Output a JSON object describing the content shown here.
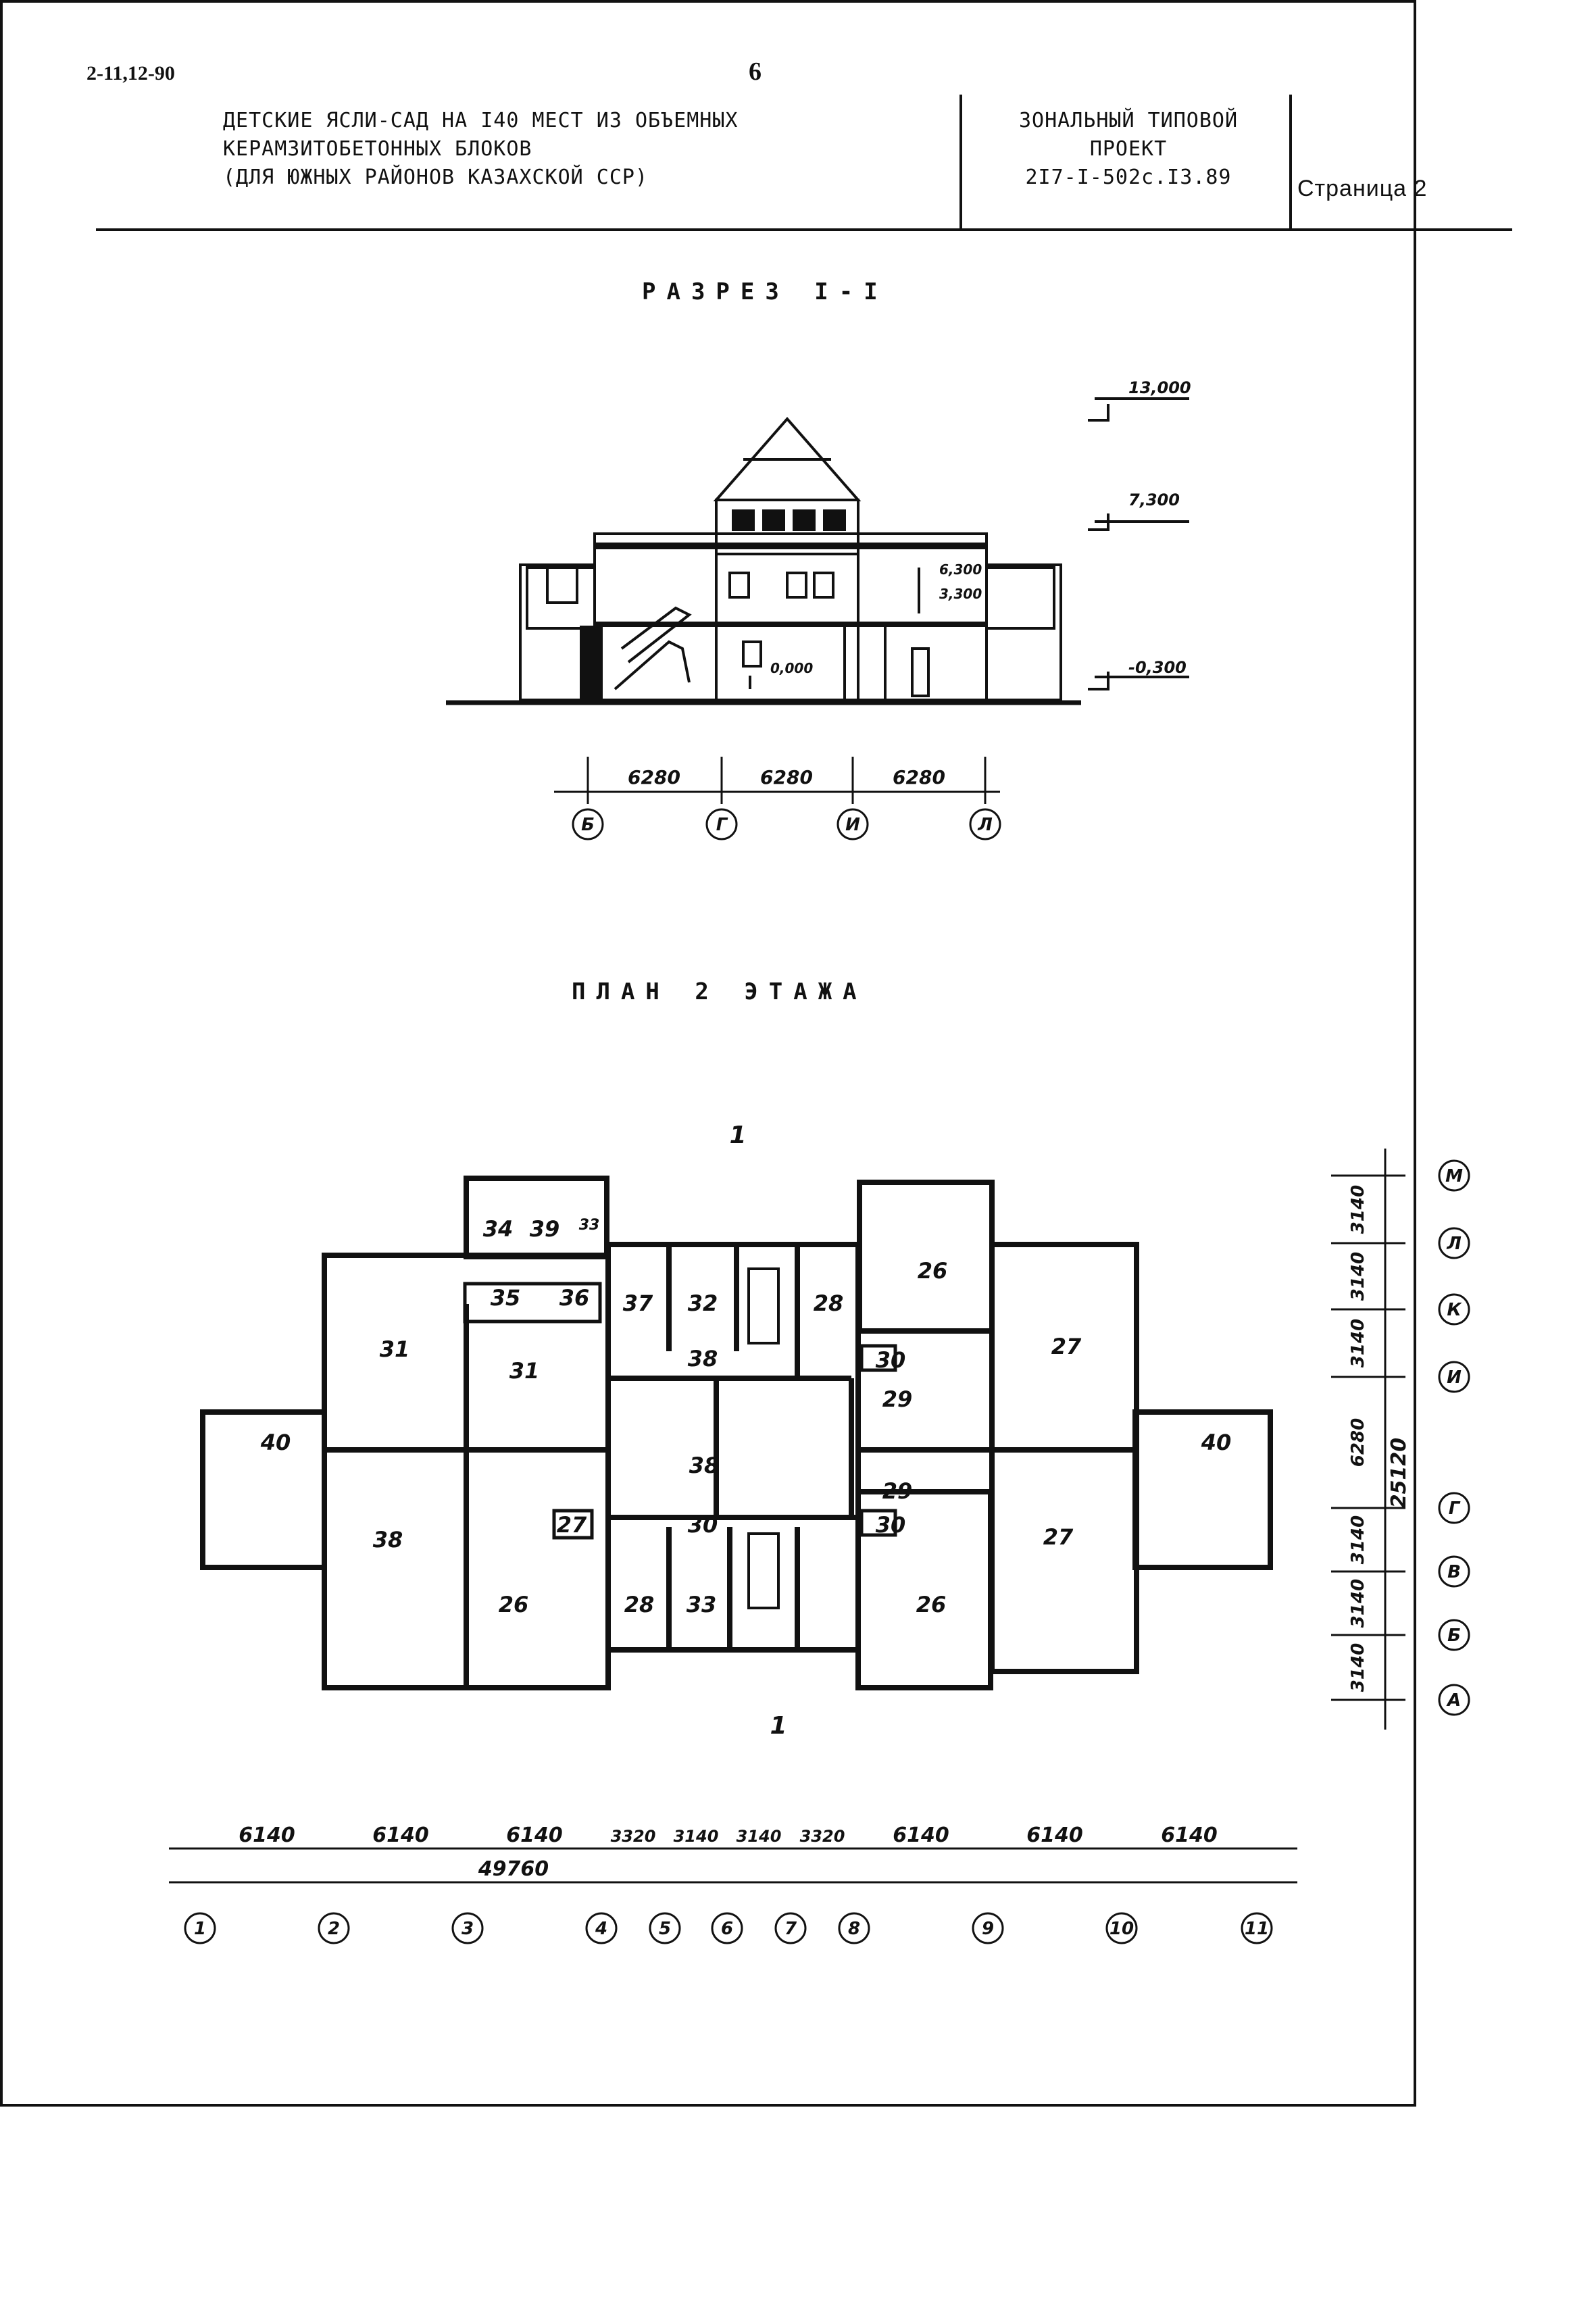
{
  "header": {
    "doc_code": "2-11,12-90",
    "page_number": "6"
  },
  "title_block": {
    "title_line1": "ДЕТСКИЕ ЯСЛИ-САД НА I40 МЕСТ ИЗ ОБЪЕМНЫХ",
    "title_line2": "КЕРАМЗИТОБЕТОННЫХ БЛОКОВ",
    "title_line3": "(ДЛЯ ЮЖНЫХ РАЙОНОВ КАЗАХСКОЙ ССР)",
    "project_line1": "ЗОНАЛЬНЫЙ ТИПОВОЙ",
    "project_line2": "ПРОЕКТ",
    "project_line3": "2I7-I-502с.I3.89",
    "sheet": "Страница 2"
  },
  "section": {
    "heading": "РАЗРЕЗ I-I",
    "levels": [
      "13,000",
      "7,300",
      "6,300",
      "3,300",
      "0,000",
      "-0,300"
    ],
    "dims": [
      "6280",
      "6280",
      "6280"
    ],
    "axes": [
      "Б",
      "Г",
      "И",
      "Л"
    ]
  },
  "plan": {
    "heading": "ПЛАН 2 ЭТАЖА",
    "cut_mark": "1",
    "rooms": [
      {
        "n": "34"
      },
      {
        "n": "39"
      },
      {
        "n": "33"
      },
      {
        "n": "35"
      },
      {
        "n": "36"
      },
      {
        "n": "37"
      },
      {
        "n": "32"
      },
      {
        "n": "28"
      },
      {
        "n": "26"
      },
      {
        "n": "31"
      },
      {
        "n": "31"
      },
      {
        "n": "38"
      },
      {
        "n": "30"
      },
      {
        "n": "27"
      },
      {
        "n": "29"
      },
      {
        "n": "40"
      },
      {
        "n": "38"
      },
      {
        "n": "40"
      },
      {
        "n": "29"
      },
      {
        "n": "27"
      },
      {
        "n": "30"
      },
      {
        "n": "30"
      },
      {
        "n": "38"
      },
      {
        "n": "27"
      },
      {
        "n": "26"
      },
      {
        "n": "28"
      },
      {
        "n": "33"
      },
      {
        "n": "26"
      }
    ],
    "bottom_dims": [
      "6140",
      "6140",
      "6140",
      "3320",
      "3140",
      "3140",
      "3320",
      "6140",
      "6140",
      "6140"
    ],
    "bottom_total": "49760",
    "bottom_axes": [
      "1",
      "2",
      "3",
      "4",
      "5",
      "6",
      "7",
      "8",
      "9",
      "10",
      "11"
    ],
    "right_dims": [
      "3140",
      "3140",
      "3140",
      "6280",
      "3140",
      "3140",
      "3140"
    ],
    "right_total": "25120",
    "right_axes": [
      "М",
      "Л",
      "К",
      "И",
      "Г",
      "В",
      "Б",
      "А"
    ]
  }
}
